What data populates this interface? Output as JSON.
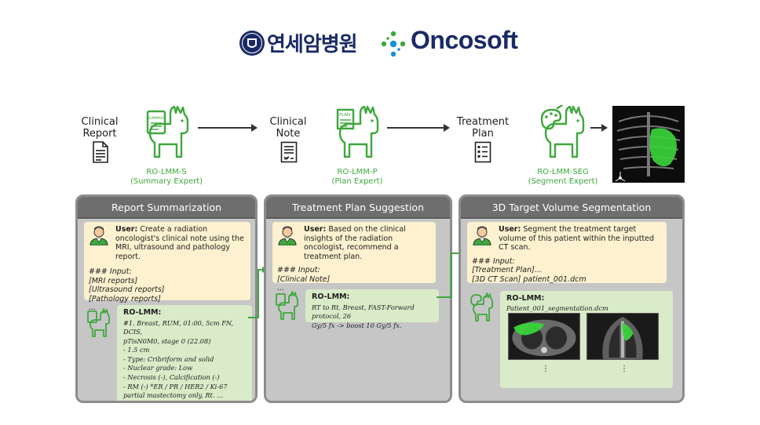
{
  "logos": {
    "yonsei_text": "연세암병원",
    "oncosoft_text": "Oncosoft",
    "seal_color": "#1a2a66",
    "dot_colors": [
      "#3ea83c",
      "#1a8fd6"
    ]
  },
  "pipeline": {
    "inputs": [
      {
        "label_line1": "Clinical",
        "label_line2": "Report",
        "icon": "document-icon"
      },
      {
        "label_line1": "Clinical",
        "label_line2": "Note",
        "icon": "note-icon"
      },
      {
        "label_line1": "Treatment",
        "label_line2": "Plan",
        "icon": "list-icon"
      }
    ],
    "models": [
      {
        "name": "RO-LMM-S",
        "role": "(Summary Expert)",
        "badge": "SUMMARY"
      },
      {
        "name": "RO-LMM-P",
        "role": "(Plan Expert)",
        "badge": "PLAN"
      },
      {
        "name": "RO-LMM-SEG",
        "role": "(Segment Expert)"
      }
    ],
    "accent": "#3ea83c"
  },
  "panels": [
    {
      "title": "Report Summarization",
      "user_label": "User:",
      "user_text": "Create a radiation oncologist's clinical note using the MRI, ultrasound and pathology report.",
      "input_header": "### Input:",
      "inputs": [
        "[MRI reports]",
        "[Ultrasound reports]",
        "[Pathology reports]",
        "..."
      ],
      "llm_label": "RO-LMM:",
      "llm_lines": [
        "#1. Breast, RUM, 01:00, 5cm FN, DCIS,",
        "pTisN0M0, stage 0 (22.08)",
        "- 1.5 cm",
        "- Type: Cribriform and solid",
        "- Nuclear grade: Low",
        "- Necrosis (-), Calcification (-)",
        "- RM (-) *ER / PR / HER2 / Ki-67",
        "partial mastectomy only, Rt. ..."
      ]
    },
    {
      "title": "Treatment Plan Suggestion",
      "user_label": "User:",
      "user_text": "Based on the clinical insights of the radiation oncologist, recommend a treatment plan.",
      "input_header": "### Input:",
      "inputs": [
        "[Clinical Note]",
        "..."
      ],
      "llm_label": "RO-LMM:",
      "llm_lines": [
        "RT to Rt. Breast, FAST-Forward protocol, 26",
        "Gy/5 fx -> boost 10 Gy/5 fx."
      ]
    },
    {
      "title": "3D Target Volume Segmentation",
      "user_label": "User:",
      "user_text": "Segment the treatment target volume of this patient within the inputted CT scan.",
      "input_header": "### Input:",
      "inputs": [
        "[Treatment Plan]...",
        "[3D CT Scan] patient_001.dcm"
      ],
      "llm_label": "RO-LMM:",
      "file_name": "Patient_001_segmentation.dcm",
      "dots": "⋮"
    }
  ]
}
